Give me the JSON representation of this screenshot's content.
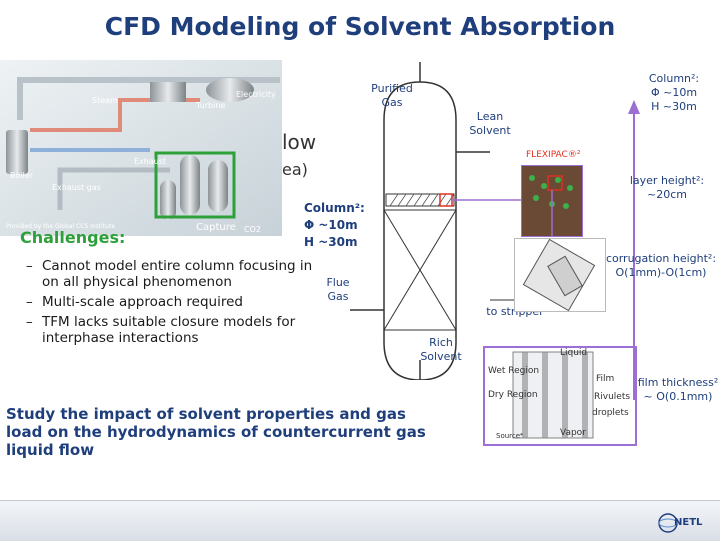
{
  "title": "CFD Modeling of Solvent Absorption",
  "photo": {
    "labels": {
      "steam": "Steam",
      "turbine": "Turbine",
      "electricity": "Electricity",
      "exhaust": "Exhaust",
      "boiler": "Boiler",
      "exhaust_gas": "Exhaust gas",
      "capture": "Capture",
      "co2": "CO2",
      "credit": "Provided by the Global CCS Institute"
    }
  },
  "partial_text": {
    "flow": "low",
    "area": "ea)"
  },
  "challenges": {
    "heading": "Challenges:",
    "items": [
      "Cannot model entire column focusing in on all physical phenomenon",
      "Multi-scale approach required",
      "TFM lacks suitable closure models for interphase interactions"
    ]
  },
  "study_text": "Study the impact of solvent properties and gas load on the hydrodynamics of countercurrent gas liquid flow",
  "column": {
    "purified_gas": "Purified\nGas",
    "lean_solvent": "Lean\nSolvent",
    "flue_gas": "Flue\nGas",
    "rich_solvent": "Rich\nSolvent",
    "to_stripper": "to stripper",
    "column_label": "Column²:\nΦ ~10m\nH ~30m"
  },
  "scales": {
    "column": "Column²:\nΦ ~10m\nH ~30m",
    "layer_height": "layer height²:\n~20cm",
    "corrugation": "corrugation height²:\nO(1mm)-O(1cm)",
    "film": "film thickness²\n~ O(0.1mm)"
  },
  "insets": {
    "flexipac": "FLEXIPAC®²",
    "source": "Source⁴",
    "film_labels": [
      "Liquid",
      "Wet Region",
      "Dry Region",
      "Film",
      "Rivulets",
      "droplets",
      "Vapor"
    ]
  },
  "logo": "NETL",
  "colors": {
    "title": "#1f3e7c",
    "accent_green": "#2ea03a",
    "purple": "#9b6fd3"
  }
}
